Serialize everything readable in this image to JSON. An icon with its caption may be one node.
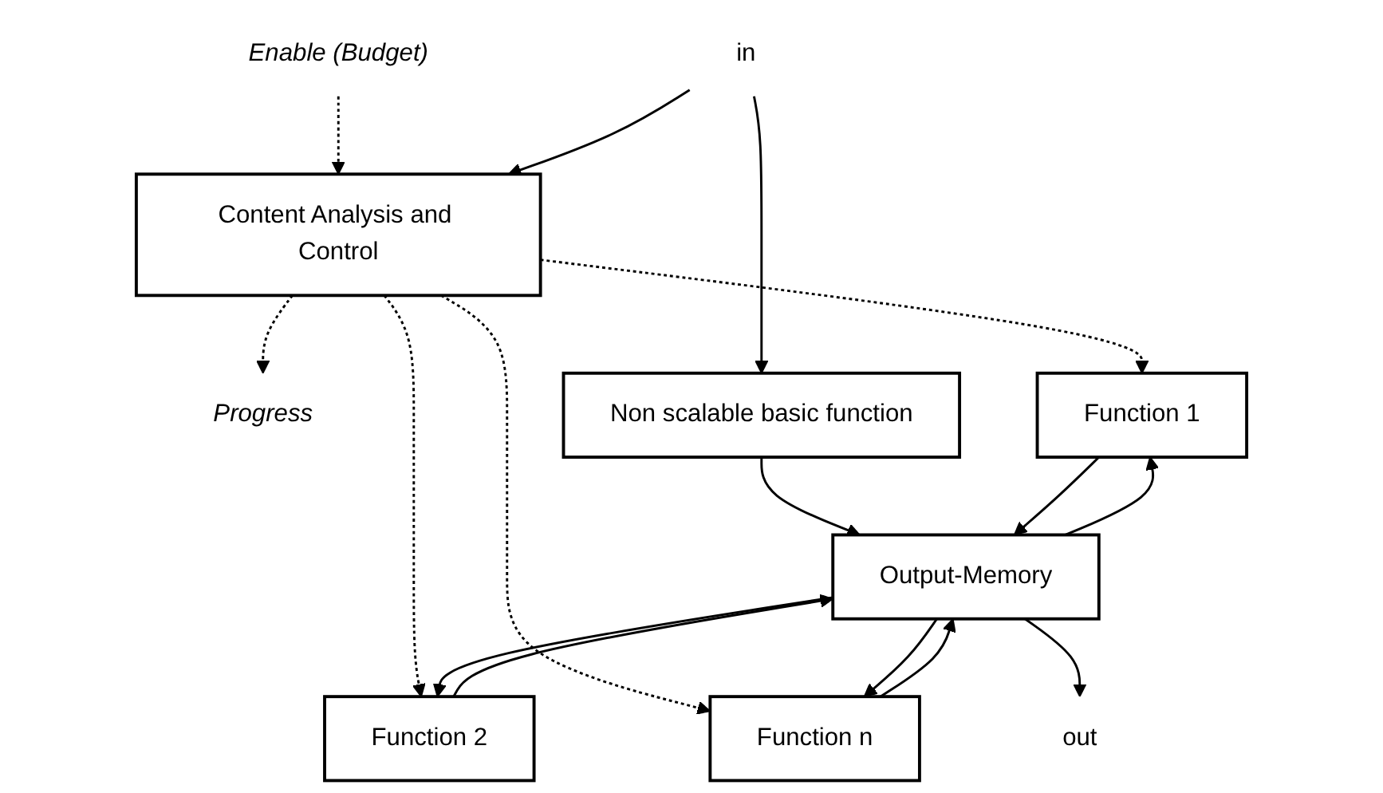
{
  "diagram": {
    "nodes": [
      {
        "text": [
          "Enable (Budget)"
        ]
      },
      {
        "text": [
          "Progress"
        ]
      },
      {
        "text": [
          "Content Analysis and Control"
        ]
      },
      {
        "text": [
          "Non scalable basic function"
        ]
      },
      {
        "text": [
          "Function 1"
        ]
      },
      {
        "text": [
          "Function 2"
        ]
      },
      {
        "text": [
          "Function n"
        ]
      },
      {
        "text": [
          "Output-Memory"
        ]
      },
      {
        "text": [
          "in"
        ]
      },
      {
        "text": [
          "out"
        ]
      }
    ],
    "edges": [
      {
        "from": 0,
        "to": 2,
        "arrow": "to",
        "style": "dashed"
      },
      {
        "from": 2,
        "to": 1,
        "arrow": "to",
        "style": "dashed"
      },
      {
        "from": 8,
        "to": 2,
        "arrow": "to"
      },
      {
        "from": 8,
        "to": 3,
        "arrow": "to"
      },
      {
        "from": 2,
        "to": 4,
        "arrow": "to",
        "style": "dashed"
      },
      {
        "from": 2,
        "to": 5,
        "arrow": "to",
        "style": "dashed"
      },
      {
        "from": 2,
        "to": 6,
        "arrow": "to",
        "style": "dashed"
      },
      {
        "from": 3,
        "to": 7,
        "arrow": "to"
      },
      {
        "from": 7,
        "to": 4,
        "arrow": "to"
      },
      {
        "from": 4,
        "to": 7,
        "arrow": "to"
      },
      {
        "from": 7,
        "to": 5,
        "arrow": "to"
      },
      {
        "from": 5,
        "to": 7,
        "arrow": "to"
      },
      {
        "from": 7,
        "to": 6,
        "arrow": "to"
      },
      {
        "from": 6,
        "to": 7,
        "arrow": "to"
      },
      {
        "from": 7,
        "to": 9,
        "arrow": "to"
      }
    ]
  }
}
